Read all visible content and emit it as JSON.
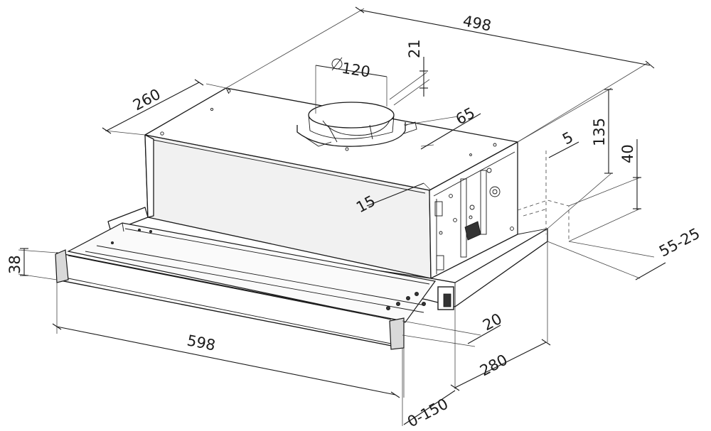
{
  "dimensions": {
    "overall_depth": "498",
    "body_depth": "260",
    "duct_diameter": "120",
    "diameter_symbol": "Ø",
    "collar_height": "21",
    "duct_offset": "65",
    "rear_gap": "5",
    "body_height": "135",
    "side_offset": "15",
    "bracket_height": "40",
    "bracket_range": "55-25",
    "panel_height": "38",
    "overall_width": "598",
    "pull_out_offset": "20",
    "pull_out_depth": "280",
    "extension_range": "0-150"
  }
}
